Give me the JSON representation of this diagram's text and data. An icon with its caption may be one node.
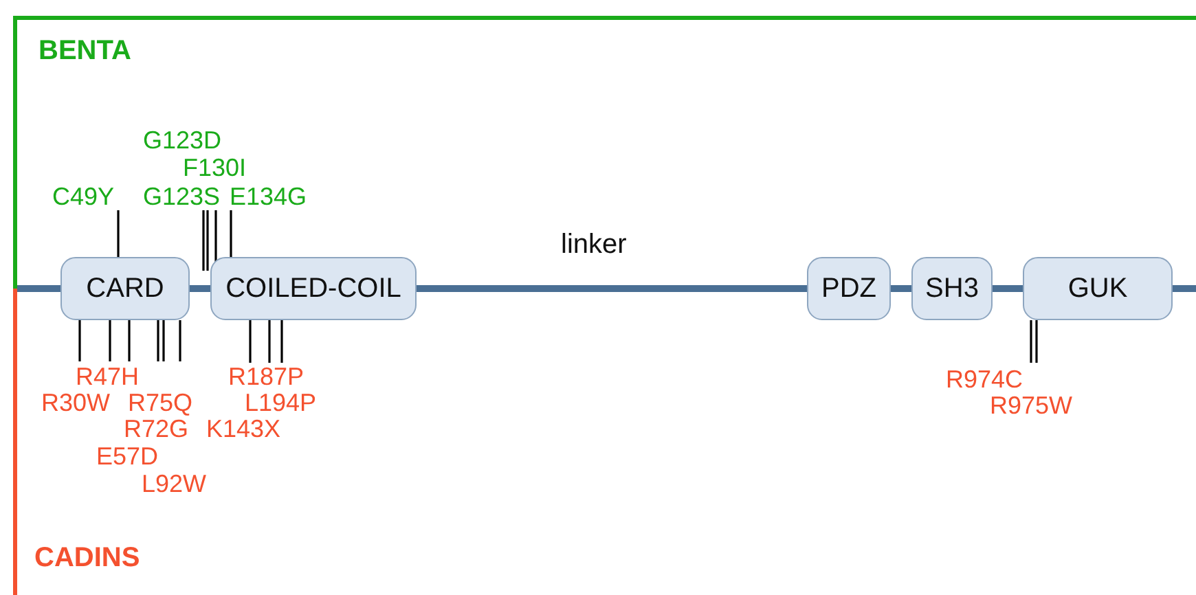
{
  "diagram": {
    "nodes": [
      {
        "text": [
          "CARD"
        ]
      },
      {
        "text": [
          "COILED-COIL"
        ]
      },
      {
        "text": [
          "PDZ"
        ]
      },
      {
        "text": [
          "SH3"
        ]
      },
      {
        "text": [
          "GUK"
        ]
      }
    ],
    "labels": [
      "BENTA",
      "G123D",
      "F130I",
      "C49Y",
      "G123S",
      "E134G",
      "linker",
      "R47H",
      "R187P",
      "R974C",
      "R30W",
      "R75Q",
      "L194P",
      "R975W",
      "R72G",
      "K143X",
      "E57D",
      "L92W",
      "CADINS"
    ]
  }
}
